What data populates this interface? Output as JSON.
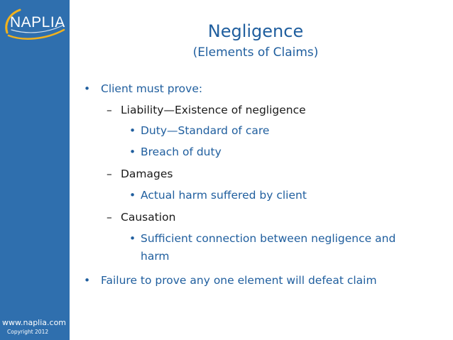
{
  "sidebar": {
    "logo_text": "NAPLIA",
    "url": "www.naplia.com",
    "copyright": "Copyright 2012",
    "color": "#2f6fae"
  },
  "slide": {
    "title": "Negligence",
    "subtitle": "(Elements of Claims)",
    "accent_color": "#1f5e9e",
    "bullet_l1": "•",
    "dash_l2": "–",
    "bullet_l3": "•",
    "items": [
      {
        "text": "Client must prove:"
      },
      {
        "text": "Liability—Existence of negligence"
      },
      {
        "text": "Duty—Standard of care"
      },
      {
        "text": "Breach of duty"
      },
      {
        "text": "Damages"
      },
      {
        "text": "Actual harm suffered by client"
      },
      {
        "text": "Causation"
      },
      {
        "text": "Sufficient connection between negligence and"
      },
      {
        "text": "harm"
      },
      {
        "text": "Failure to prove any one element will defeat claim"
      }
    ]
  }
}
